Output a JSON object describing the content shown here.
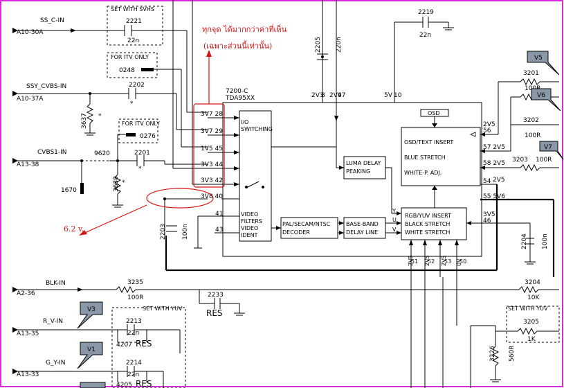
{
  "signals": {
    "ss_c_in": "SS_C-IN",
    "a10_30a": "A10-30A",
    "ssy_cvbs_in": "SSY_CVBS-IN",
    "a10_37a": "A10-37A",
    "cvbs1_in": "CVBS1-IN",
    "a13_38": "A13-38",
    "blk_in": "BLK-IN",
    "a2_36": "A2-36",
    "r_v_in": "R_V-IN",
    "a13_35": "A13-35",
    "g_y_in": "G_Y-IN",
    "a13_33": "A13-33"
  },
  "boxes": {
    "set_with_svhs": "SET WITH SVHS",
    "for_itv_only_1": "FOR ITV ONLY",
    "for_itv_only_2": "FOR ITV ONLY",
    "set_with_yuv_1": "SET WITH YUV",
    "set_with_yuv_2": "SET WITH YUV"
  },
  "components": {
    "c2221": "2221",
    "c2221_val": "22n",
    "r0248": "0248",
    "c2202": "2202",
    "r3637": "3637",
    "r0276": "0276",
    "j9620": "9620",
    "c2201": "2201",
    "r1670": "1670",
    "r3638": "3638",
    "c2205": "2205",
    "c2205_val": "220n",
    "c2219": "2219",
    "c2219_val": "22n",
    "c2203": "2203",
    "c2203_val": "100n",
    "r3201": "3201",
    "r3201_val": "100R",
    "r3202": "3202",
    "r3202_val": "100R",
    "r3203": "3203",
    "r3203_val": "100R",
    "c2204": "2204",
    "c2204_val": "100n",
    "r3235": "3235",
    "r3235_val": "100R",
    "c2233": "2233",
    "res1": "RES",
    "r3204": "3204",
    "r3204_val": "10K",
    "c2213": "2213",
    "c2213_val": "22n",
    "r4207": "4207",
    "res2": "RES",
    "c2214": "2214",
    "c2214_val": "22n",
    "r4205": "4205",
    "res3": "RES",
    "r3205": "3205",
    "r3205_val": "1K",
    "r3226": "3226",
    "r3226_val": "560R",
    "star": "*"
  },
  "ic": {
    "ref": "7200-C",
    "part": "TDA95XX",
    "io_switching": [
      "I/O",
      "SWITCHING"
    ],
    "video_filters": [
      "VIDEO",
      "FILTERS",
      "VIDEO",
      "IDENT"
    ],
    "pal_decoder": [
      "PAL/SECAM/NTSC",
      "DECODER"
    ],
    "baseband": [
      "BASE-BAND",
      "DELAY LINE"
    ],
    "luma": [
      "LUMA DELAY",
      "PEAKING"
    ],
    "osd": "OSD",
    "osd_insert": [
      "OSD/TEXT INSERT",
      "BLUE STRETCH",
      "WHITE-P. ADJ."
    ],
    "rgb_insert": [
      "RGB/YUV INSERT",
      "BLACK STRETCH",
      "WHITE STRETCH"
    ],
    "yuv_letters": [
      "Y",
      "U",
      "V"
    ]
  },
  "pins": {
    "p28": "3V7 28",
    "p29": "3V7 29",
    "p45": "1V5 45",
    "p44": "3V3 44",
    "p42": "3V3 42",
    "p40": "3V8 40",
    "p41": "41",
    "p43": "43",
    "top_2v3": "2V3",
    "top_8": "8",
    "top_2v9": "2V9",
    "top_47": "47",
    "top_5v": "5V",
    "top_10": "10",
    "r56a": "2V5",
    "r56b": "56",
    "r57": "57 2V5",
    "r58": "58 2V5",
    "r54": "54",
    "r54v": "2V5",
    "r55": "55 5V6",
    "r46a": "3V5",
    "r46b": "46",
    "b_2v5": "2V5",
    "b_51": "51",
    "b_2v5b": "2V5",
    "b_52": "52",
    "b_2v5c": "2V5",
    "b_53": "53",
    "b_0v": "0V",
    "b_50": "50"
  },
  "tags": [
    "V5",
    "V6",
    "V7",
    "V3",
    "V1"
  ],
  "annotations": {
    "thai_line1": "ทุกจุด ได้มากกว่าค่าที่เห็น",
    "thai_line2": "(เฉพาะส่วนนี้เท่านั้น)",
    "measure": "6.2 v."
  },
  "colors": {
    "annotation": "#d41515",
    "frame": "#d82ad8",
    "tag": "#8a97a6"
  }
}
